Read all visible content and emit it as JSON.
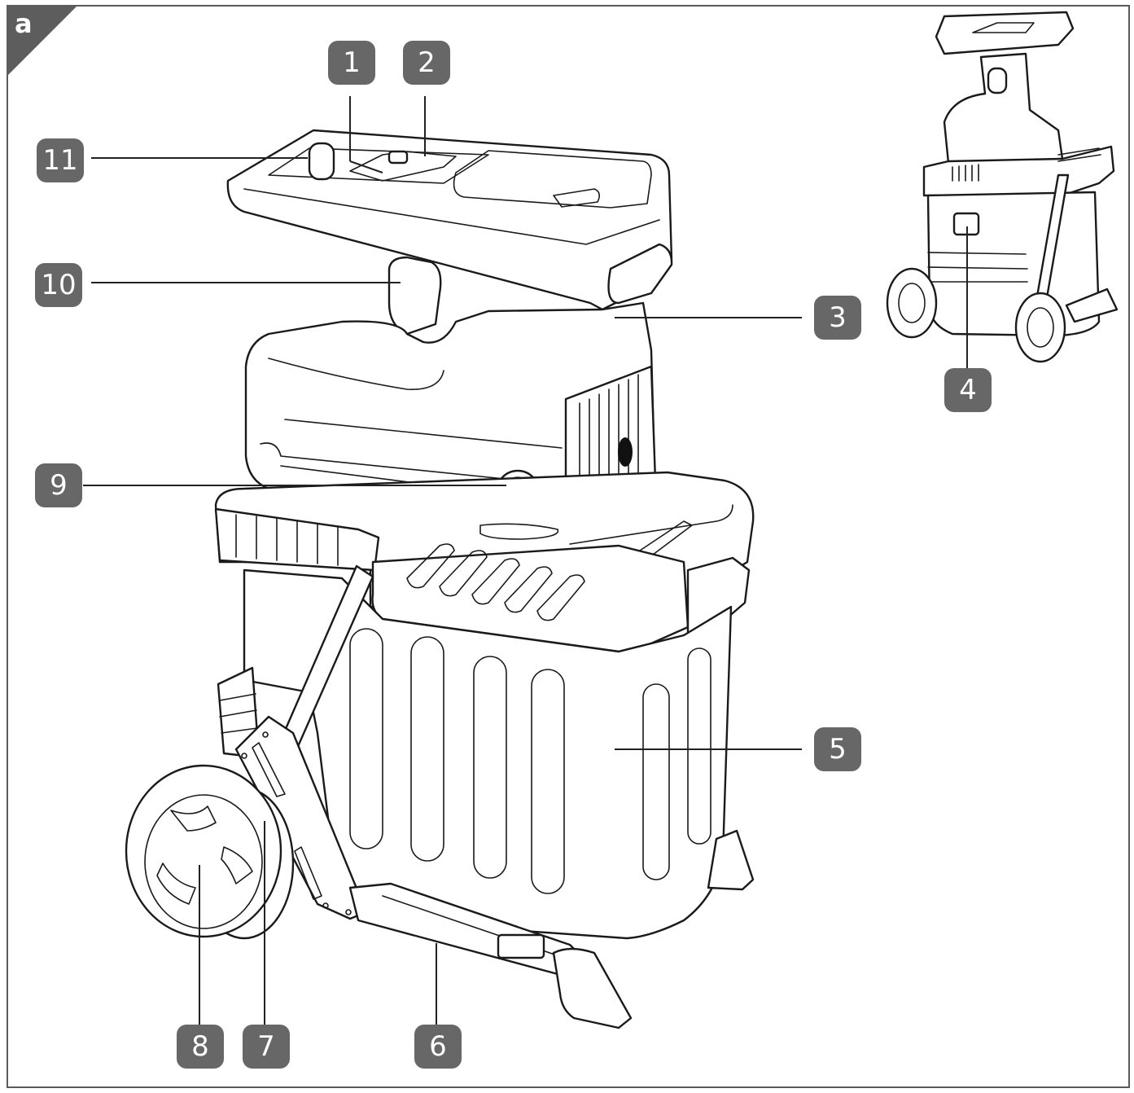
{
  "figure": {
    "panel_letter": "a",
    "callouts": [
      {
        "id": "1",
        "label": "1"
      },
      {
        "id": "2",
        "label": "2"
      },
      {
        "id": "3",
        "label": "3"
      },
      {
        "id": "4",
        "label": "4"
      },
      {
        "id": "5",
        "label": "5"
      },
      {
        "id": "6",
        "label": "6"
      },
      {
        "id": "7",
        "label": "7"
      },
      {
        "id": "8",
        "label": "8"
      },
      {
        "id": "9",
        "label": "9"
      },
      {
        "id": "10",
        "label": "10"
      },
      {
        "id": "11",
        "label": "11"
      }
    ],
    "colors": {
      "badge": "#676767",
      "badge_text": "#ffffff",
      "line_art": "#1a1a1a",
      "frame": "#5a5a5a"
    }
  }
}
